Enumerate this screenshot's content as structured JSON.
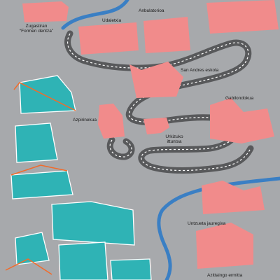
{
  "map": {
    "colors": {
      "background": "#a7a9ac",
      "river": "#3a7fc4",
      "road": "#58595b",
      "road_dash": "#ffffff",
      "building_pink": "#f18b8b",
      "illustration_teal": "#2fb3b5",
      "illustration_orange": "#f26b2a"
    },
    "places": [
      {
        "id": "zugastiran",
        "line1": "Zugastiran",
        "line2": "“Formen dentza”"
      },
      {
        "id": "udaletxia",
        "line1": "Udaletxia"
      },
      {
        "id": "anbulatorioa",
        "line1": "Anbulatorioa"
      },
      {
        "id": "san-andres",
        "line1": "San Andres eskola"
      },
      {
        "id": "gabilondo",
        "line1": "Gabilondokua"
      },
      {
        "id": "azpirinekua",
        "line1": "Azpirinekua"
      },
      {
        "id": "urkizuko",
        "line1": "Urkizuko",
        "line2": "ittuntxa"
      },
      {
        "id": "untzueta",
        "line1": "Untzueta jauregixa"
      },
      {
        "id": "azitain",
        "line1": "Azittaingo ermitta"
      }
    ]
  }
}
